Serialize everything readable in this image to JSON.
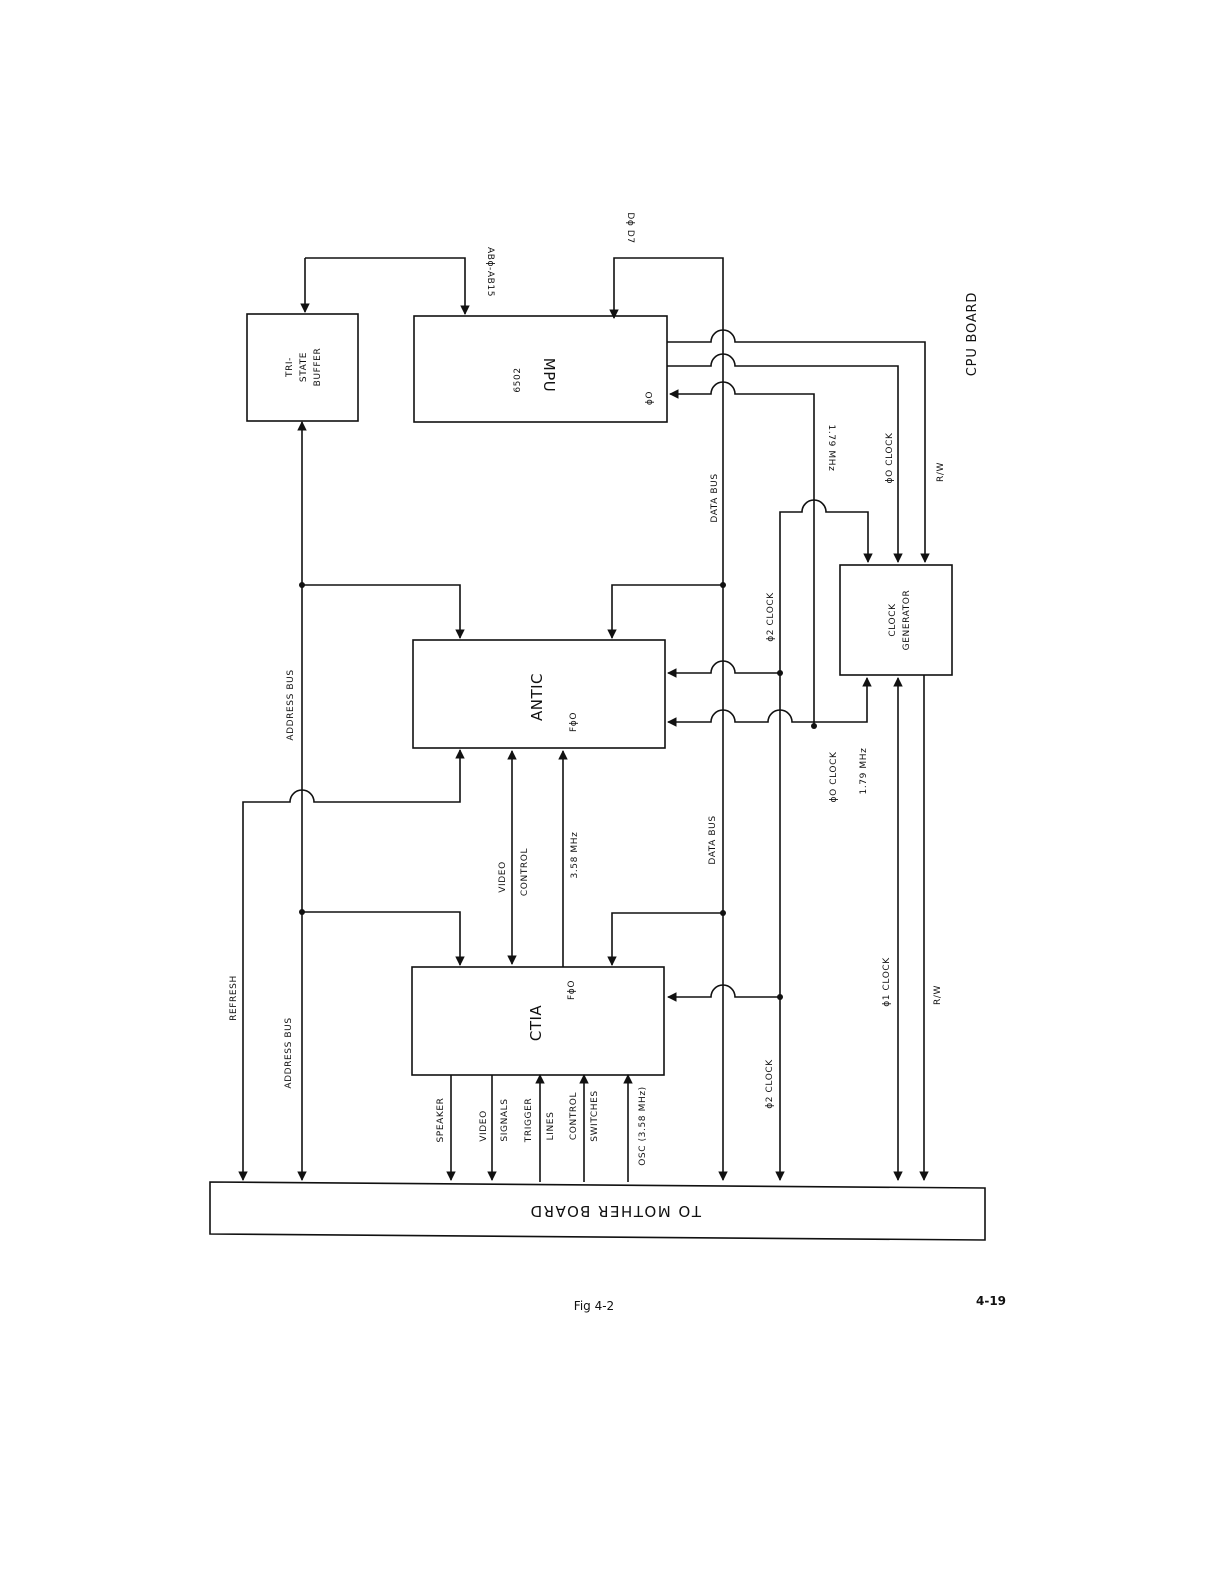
{
  "blocks": {
    "tri_state_buffer": [
      "TRI-",
      "STATE",
      "BUFFER"
    ],
    "mpu": {
      "sub": "6502",
      "name": "MPU",
      "pin": "ϕO"
    },
    "antic": {
      "name": "ANTIC",
      "pin": "FϕO"
    },
    "ctia": {
      "name": "CTIA",
      "pin": "FϕO"
    },
    "clock_generator": [
      "CLOCK",
      "GENERATOR"
    ],
    "mother_board": "TO MOTHER BOARD"
  },
  "signals": {
    "ab_bus": "ABϕ-AB15",
    "data_top": "Dϕ D7",
    "address_bus_upper": "ADDRESS BUS",
    "address_bus_lower": "ADDRESS BUS",
    "data_bus_upper": "DATA BUS",
    "data_bus_lower": "DATA BUS",
    "refresh": "REFRESH",
    "video_control": [
      "VIDEO",
      "CONTROL"
    ],
    "mhz_358": "3.58 MHz",
    "phi2_clock_upper": "ϕ2 CLOCK",
    "phi2_clock_lower": "ϕ2 CLOCK",
    "mhz_179_upper": "1.79 MHz",
    "phi0_clock_upper": "ϕO CLOCK",
    "phi0_clock_lower": "ϕO CLOCK",
    "mhz_179_lower": "1.79 MHz",
    "rw_upper": "R/W",
    "rw_lower": "R/W",
    "phi1_clock": "ϕ1 CLOCK",
    "speaker": "SPEAKER",
    "video_signals": [
      "VIDEO",
      "SIGNALS"
    ],
    "trigger_lines": [
      "TRIGGER",
      "LINES"
    ],
    "control_switches": [
      "CONTROL",
      "SWITCHES"
    ],
    "osc": "OSC (3.58 MHz)"
  },
  "board_title": "CPU BOARD",
  "figure_caption": "Fig 4-2",
  "page_number": "4-19"
}
